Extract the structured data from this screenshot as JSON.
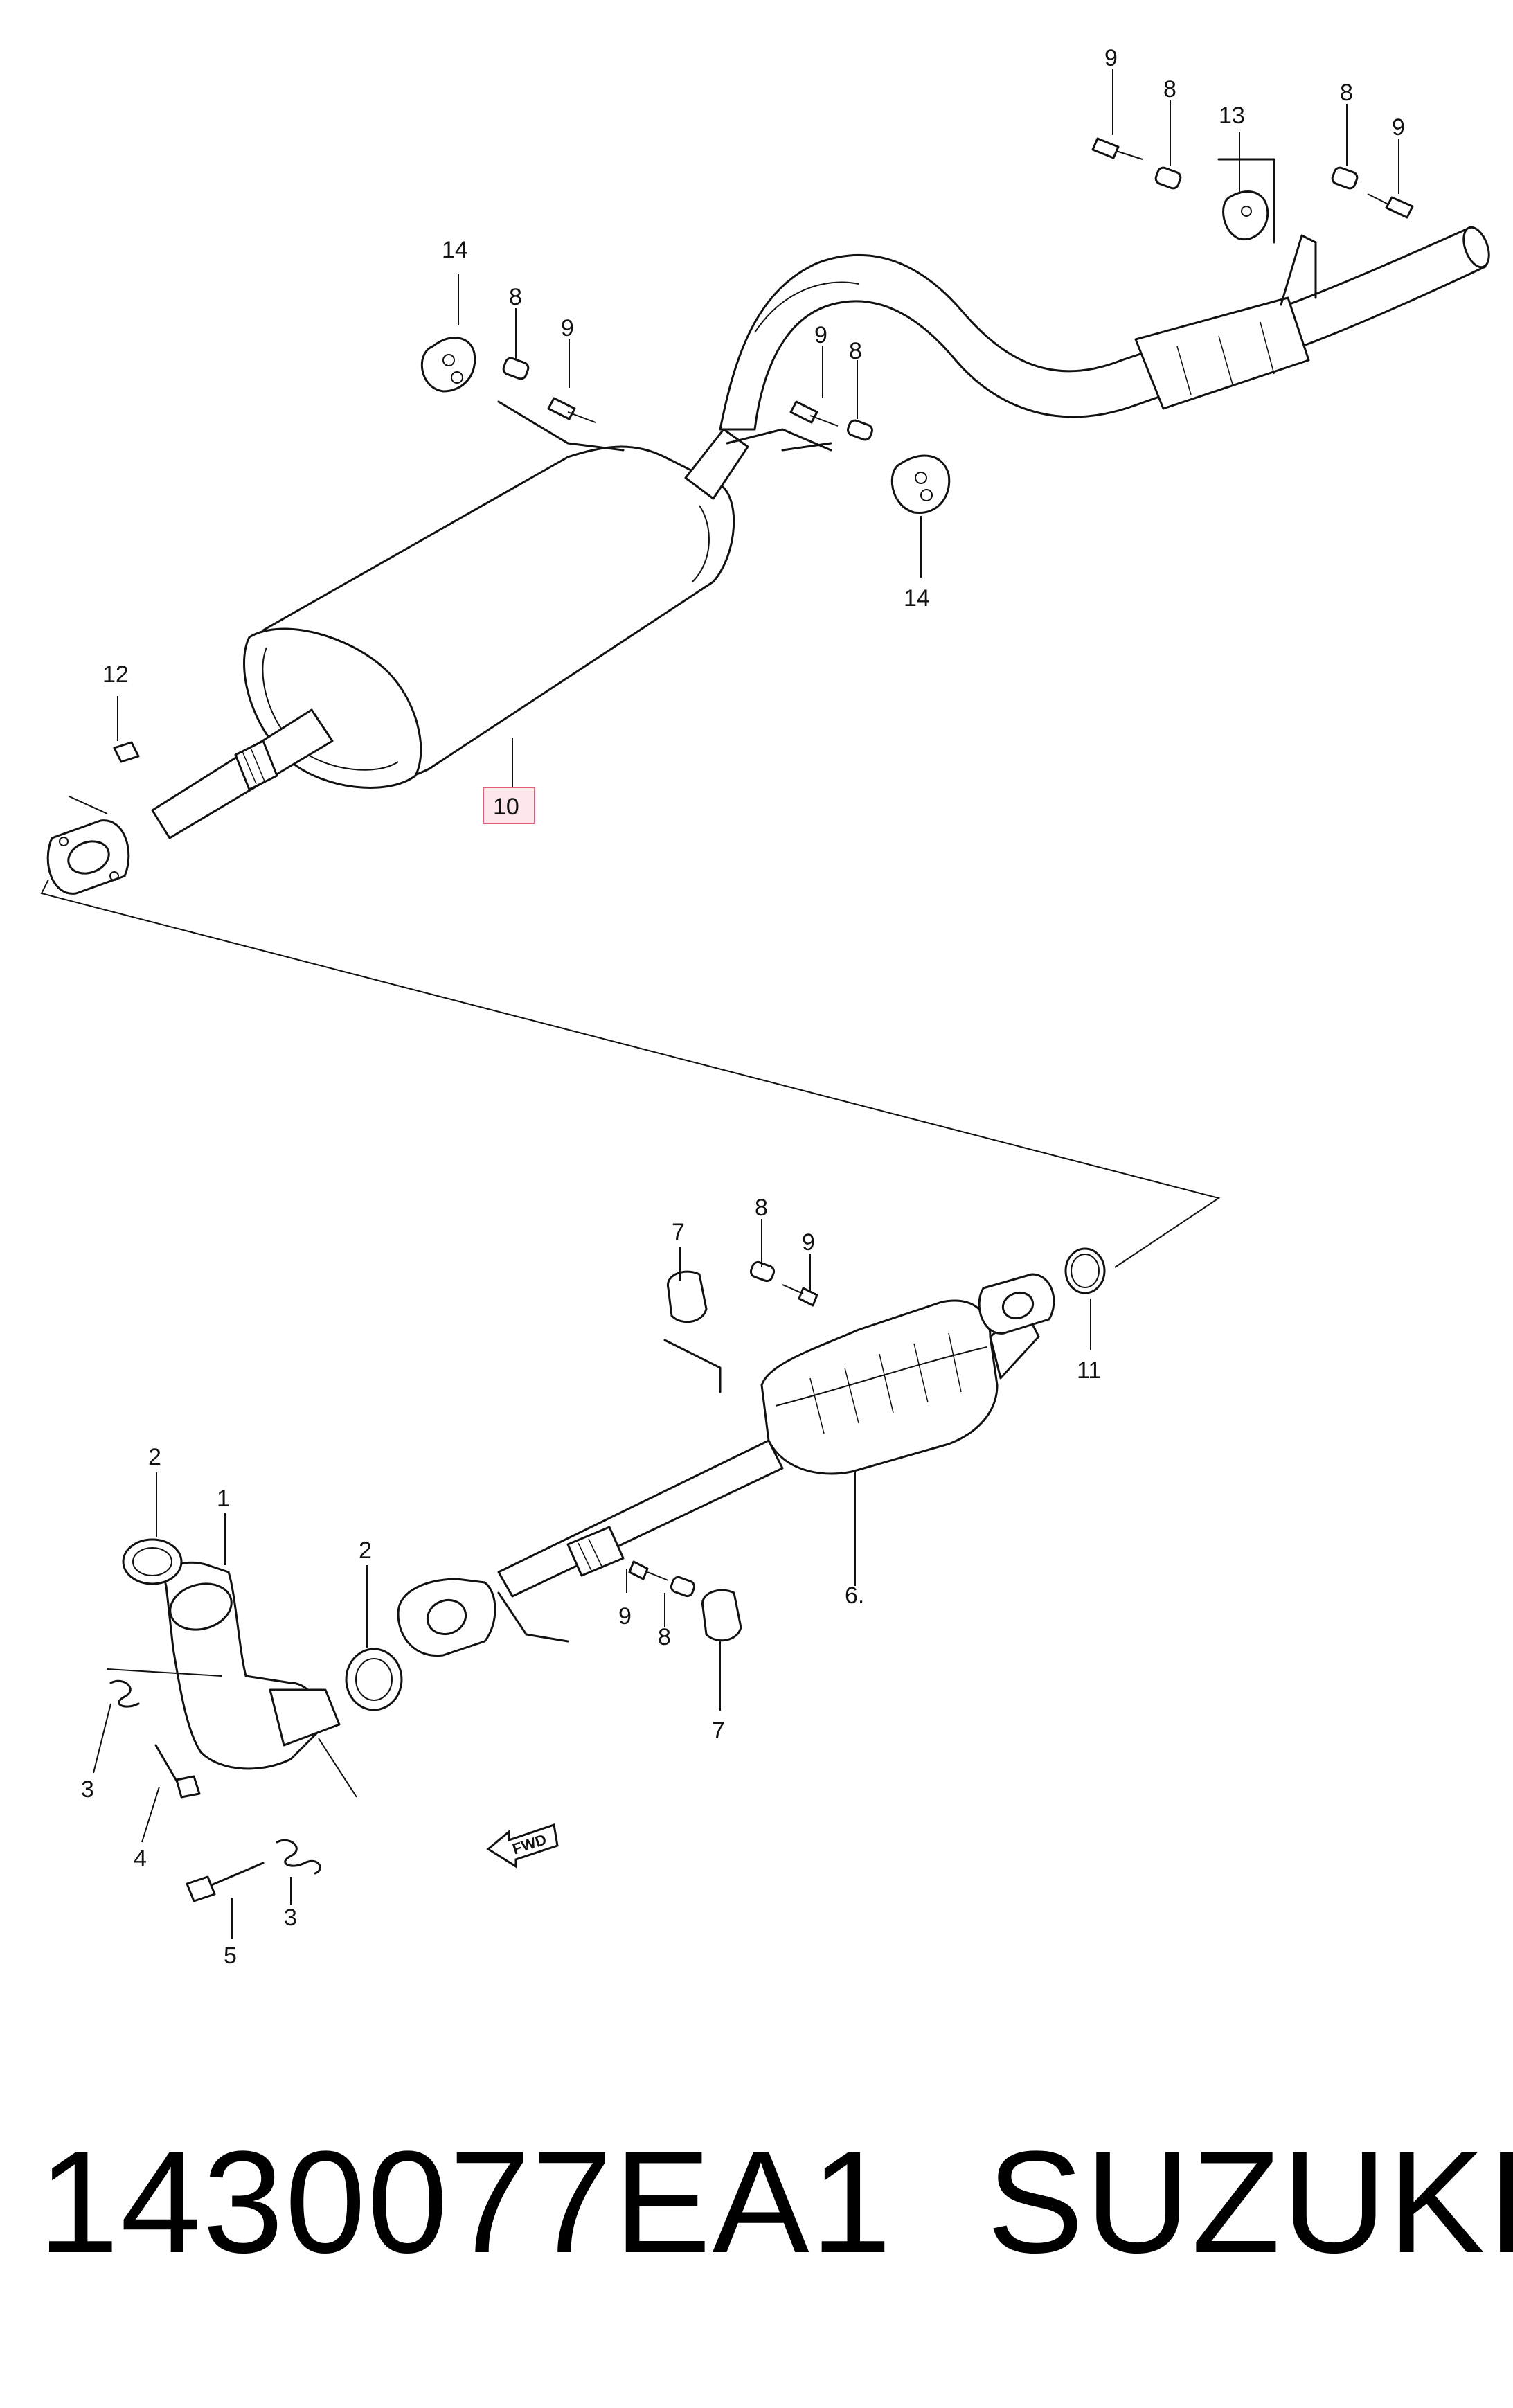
{
  "diagram": {
    "callouts": {
      "c1": "1",
      "c2a": "2",
      "c2b": "2",
      "c3a": "3",
      "c3b": "3",
      "c4": "4",
      "c5": "5",
      "c6": "6.",
      "c7a": "7",
      "c7b": "7",
      "c8a": "8",
      "c8b": "8",
      "c8c": "8",
      "c8d": "8",
      "c8e": "8",
      "c9a": "9",
      "c9b": "9",
      "c9c": "9",
      "c9d": "9",
      "c9e": "9",
      "c9f": "9",
      "c10": "10",
      "c11": "11",
      "c12": "12",
      "c13": "13",
      "c14a": "14",
      "c14b": "14"
    },
    "fwd_label": "FWD",
    "highlight_color": "#e0607a"
  },
  "footer": {
    "part_number": "1430077EA1",
    "brand": "SUZUKI"
  }
}
